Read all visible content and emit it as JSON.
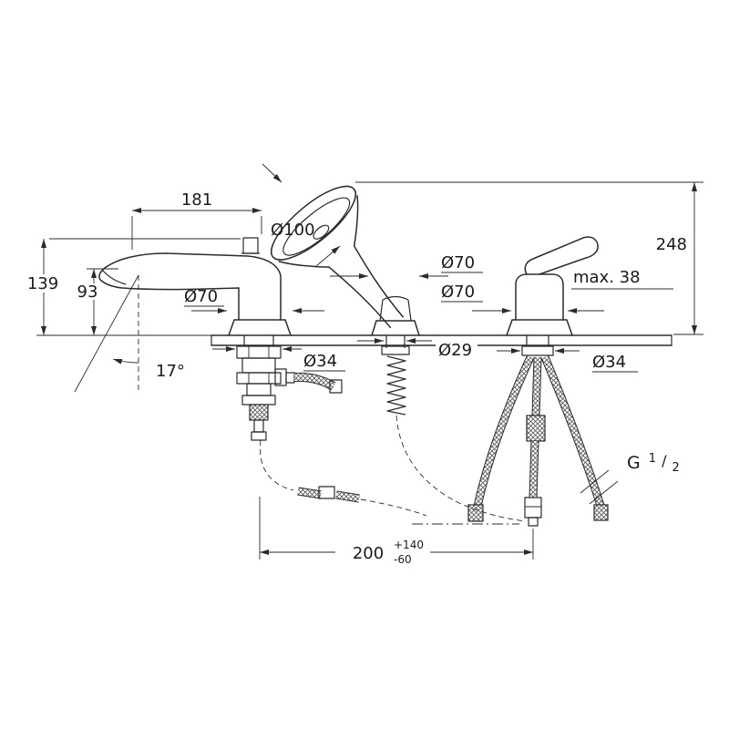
{
  "labels": {
    "spout_reach": "181",
    "shower_dia": "Ø100",
    "height_total": "248",
    "height_spout": "139",
    "height_outlet": "93",
    "esc_spout": "Ø70",
    "esc_holder": "Ø70",
    "esc_mixer": "Ø70",
    "deck_max": "max. 38",
    "angle": "17°",
    "hole_left": "Ø34",
    "hole_center": "Ø29",
    "hole_right": "Ø34",
    "spacing": "200",
    "spacing_plus": "+140",
    "spacing_minus": "-60",
    "thread_g": "G",
    "thread_num": "1",
    "thread_frac": "/",
    "thread_den": "2"
  },
  "colors": {
    "line": "#2b2b2b",
    "background": "#ffffff"
  }
}
